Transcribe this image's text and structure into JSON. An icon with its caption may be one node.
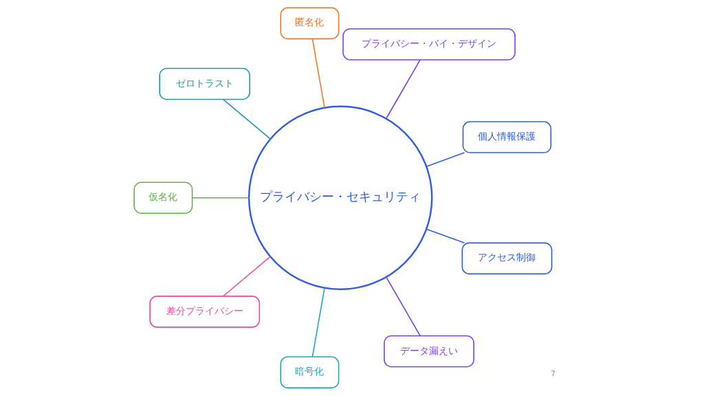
{
  "diagram": {
    "nodes": [
      {
        "text": [
          "プライバシー・セキュリティ"
        ]
      },
      {
        "text": [
          "個人情報保護"
        ]
      },
      {
        "text": [
          "プライバシー・バイ・デザイン"
        ]
      },
      {
        "text": [
          "匿名化"
        ]
      },
      {
        "text": [
          "ゼロトラスト"
        ]
      },
      {
        "text": [
          "仮名化"
        ]
      },
      {
        "text": [
          "差分プライバシー"
        ]
      },
      {
        "text": [
          "暗号化"
        ]
      },
      {
        "text": [
          "データ漏えい"
        ]
      },
      {
        "text": [
          "アクセス制御"
        ]
      }
    ],
    "edges": [
      {
        "from": 0,
        "to": 1,
        "arrow": "none",
        "color": "#2f5fe0"
      },
      {
        "from": 0,
        "to": 2,
        "arrow": "none",
        "color": "#7a3fe6"
      },
      {
        "from": 0,
        "to": 3,
        "arrow": "none",
        "color": "#f07a2a"
      },
      {
        "from": 0,
        "to": 4,
        "arrow": "none",
        "color": "#1d9aa6"
      },
      {
        "from": 0,
        "to": 5,
        "arrow": "none",
        "color": "#5cb83c"
      },
      {
        "from": 0,
        "to": 6,
        "arrow": "none",
        "color": "#ea4a9c"
      },
      {
        "from": 0,
        "to": 7,
        "arrow": "none",
        "color": "#21a7bb"
      },
      {
        "from": 0,
        "to": 8,
        "arrow": "none",
        "color": "#7a3fe6"
      },
      {
        "from": 0,
        "to": 9,
        "arrow": "none",
        "color": "#2f5fe0"
      }
    ],
    "labels": [
      "7"
    ]
  }
}
